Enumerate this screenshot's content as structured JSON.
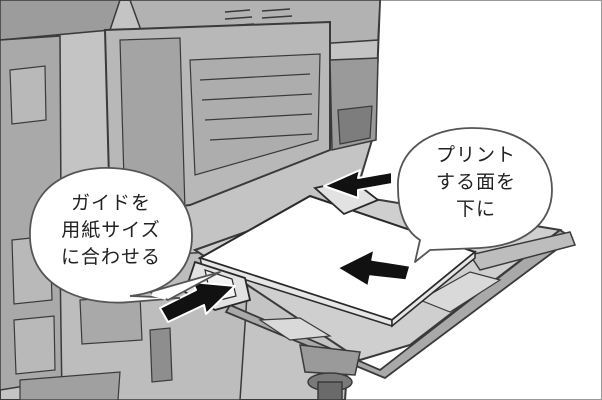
{
  "callouts": {
    "guide": {
      "lines": [
        "ガイドを",
        "用紙サイズ",
        "に合わせる"
      ]
    },
    "print_side": {
      "lines": [
        "プリント",
        "する面を",
        "下に"
      ]
    }
  },
  "colors": {
    "machine_body": "#bfbfbf",
    "machine_shadow": "#8c8c8c",
    "outline": "#3a3a3a",
    "paper": "#ffffff",
    "arrow": "#111111",
    "bubble_fill": "#ffffff",
    "bubble_stroke": "#555555"
  },
  "icons": [
    "insert-direction-arrow-icon",
    "guide-push-arrow-icon"
  ]
}
